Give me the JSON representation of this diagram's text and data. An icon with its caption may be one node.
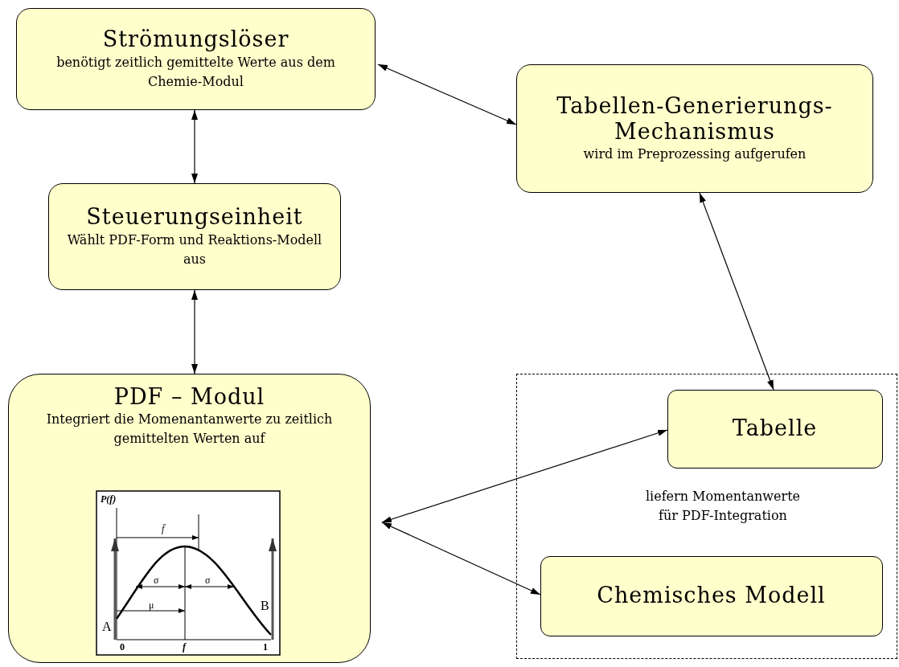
{
  "diagram": {
    "nodes": [
      {
        "text": [
          "Strömungslöser",
          "benötigt zeitlich gemittelte Werte aus dem Chemie-Modul"
        ]
      },
      {
        "text": [
          "Tabellen-Generierungs-Mechanismus",
          "wird im Preprozessing aufgerufen"
        ]
      },
      {
        "text": [
          "Steuerungseinheit",
          "Wählt PDF-Form und Reaktions-Modell aus"
        ]
      },
      {
        "text": [
          "PDF – Modul",
          "Integriert die Momenantanwerte zu zeitlich gemittelten Werten auf"
        ]
      },
      {
        "text": [
          "liefern Momentanwerte für PDF-Integration"
        ]
      },
      {
        "text": [
          "Tabelle"
        ],
        "in": 4
      },
      {
        "text": [
          "Chemisches Modell"
        ],
        "in": 4
      }
    ],
    "edges": [
      {
        "from": 0,
        "to": 1,
        "arrow": "both"
      },
      {
        "from": 0,
        "to": 2,
        "arrow": "both"
      },
      {
        "from": 2,
        "to": 3,
        "arrow": "both"
      },
      {
        "from": 1,
        "to": 5,
        "arrow": "both"
      },
      {
        "from": 3,
        "to": 5,
        "arrow": "both"
      },
      {
        "from": 3,
        "to": 6,
        "arrow": "both"
      }
    ],
    "labels": [
      "P(f)",
      "f̄",
      "σ",
      "σ",
      "μ",
      "A",
      "B",
      "0",
      "f",
      "1"
    ]
  }
}
